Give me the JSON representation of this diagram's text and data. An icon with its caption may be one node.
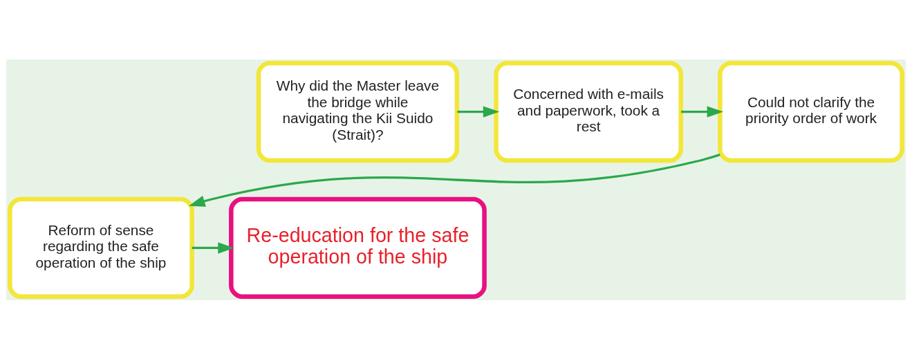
{
  "diagram": {
    "nodes": [
      {
        "text": [
          "Why did the Master leave the bridge while navigating the Kii Suido (Strait)?"
        ]
      },
      {
        "text": [
          "Concerned with e-mails and paperwork, took a rest"
        ]
      },
      {
        "text": [
          "Could not clarify the priority order of work"
        ]
      },
      {
        "text": [
          "Reform of sense regarding the safe operation of the ship"
        ]
      },
      {
        "text": [
          "Re-education for the safe operation of the ship"
        ]
      }
    ],
    "edges": [
      {
        "from": 0,
        "to": 1,
        "arrow": "to"
      },
      {
        "from": 1,
        "to": 2,
        "arrow": "to"
      },
      {
        "from": 2,
        "to": 3,
        "arrow": "to"
      },
      {
        "from": 3,
        "to": 4,
        "arrow": "to"
      }
    ]
  }
}
